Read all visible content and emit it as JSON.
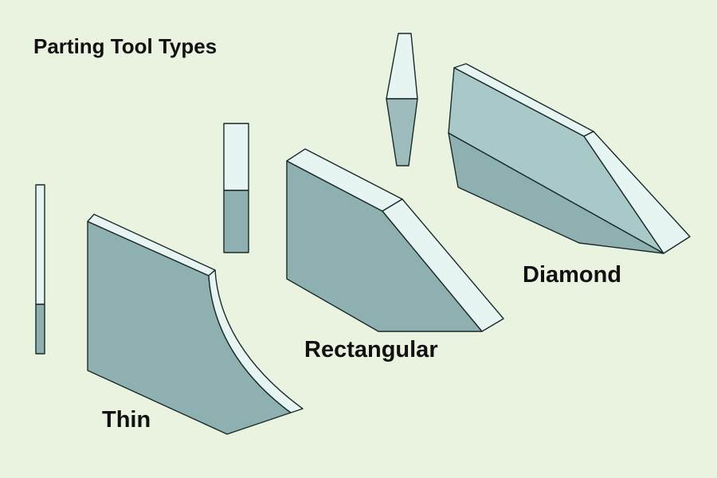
{
  "title": "Parting Tool Types",
  "tools": {
    "thin": {
      "label": "Thin"
    },
    "rectangular": {
      "label": "Rectangular"
    },
    "diamond": {
      "label": "Diamond"
    }
  },
  "colors": {
    "background": "#eaf3df",
    "face_dark": "#8fb0b0",
    "face_mid": "#9ebcbc",
    "face_light": "#a9c8c8",
    "edge_light": "#e6f4f2",
    "outline": "#1a2a2a",
    "text": "#111111"
  }
}
